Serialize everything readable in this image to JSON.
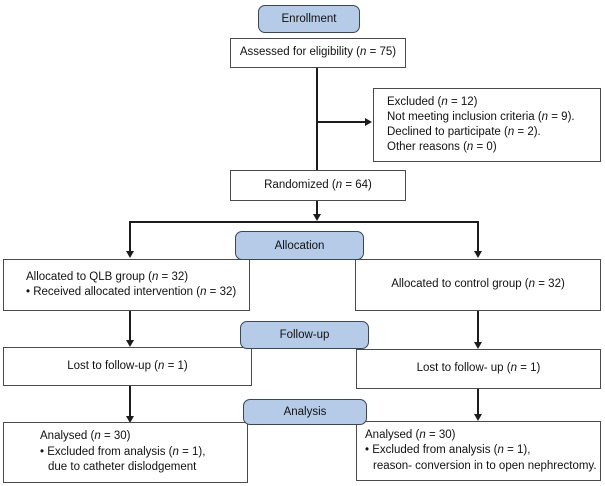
{
  "palette": {
    "badge_fill": "#b5cbe7",
    "badge_border": "#3b4757",
    "box_border": "#4a4a4a",
    "line_color": "#1c1c1c"
  },
  "badges": {
    "enrollment": "Enrollment",
    "allocation": "Allocation",
    "followup": "Follow-up",
    "analysis": "Analysis"
  },
  "boxes": {
    "assessed": {
      "lines": [
        "Assessed for eligibility (*n* = 75)"
      ]
    },
    "excluded": {
      "lines": [
        "Excluded (*n* = 12)",
        "Not meeting inclusion criteria (*n* = 9).",
        "Declined to participate (*n* = 2).",
        "Other reasons (*n* = 0)"
      ]
    },
    "randomized": {
      "lines": [
        "Randomized (*n* = 64)"
      ]
    },
    "allocated_qlb": {
      "lines": [
        "Allocated to QLB group (*n* = 32)",
        "• Received allocated intervention (*n* = 32)"
      ]
    },
    "allocated_control": {
      "lines": [
        "Allocated to control group (*n* = 32)"
      ]
    },
    "lost_left": {
      "lines": [
        "Lost to follow-up (*n* = 1)"
      ]
    },
    "lost_right": {
      "lines": [
        "Lost to follow- up (*n* = 1)"
      ]
    },
    "analysed_left": {
      "lines": [
        "Analysed (*n* = 30)",
        "• Excluded from analysis (*n* = 1),",
        "due to catheter dislodgement"
      ]
    },
    "analysed_right": {
      "lines": [
        "Analysed (*n* = 30)",
        "• Excluded from analysis (*n* = 1),",
        "reason- conversion in to open nephrectomy."
      ]
    }
  }
}
